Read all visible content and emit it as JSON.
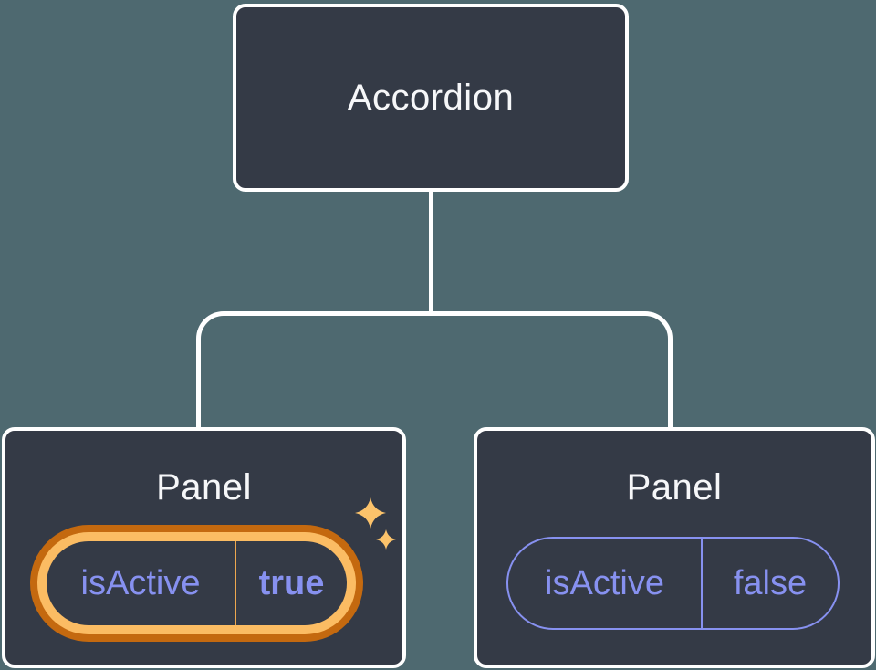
{
  "diagram": {
    "root": {
      "label": "Accordion"
    },
    "panels": [
      {
        "title": "Panel",
        "state": {
          "prop": "isActive",
          "value": "true"
        },
        "highlighted": true
      },
      {
        "title": "Panel",
        "state": {
          "prop": "isActive",
          "value": "false"
        },
        "highlighted": false
      }
    ]
  },
  "colors": {
    "background": "#4e6970",
    "node_fill": "#343a46",
    "node_border": "#ffffff",
    "title_text": "#f6f7f9",
    "state_purple": "#8791f0",
    "highlight_ring_outer": "#c4690f",
    "highlight_ring_inner": "#fbbc63",
    "highlight_divider": "#eda74f",
    "sparkle": "#fcc36b"
  },
  "icons": {
    "sparkle": "sparkle-icon"
  }
}
